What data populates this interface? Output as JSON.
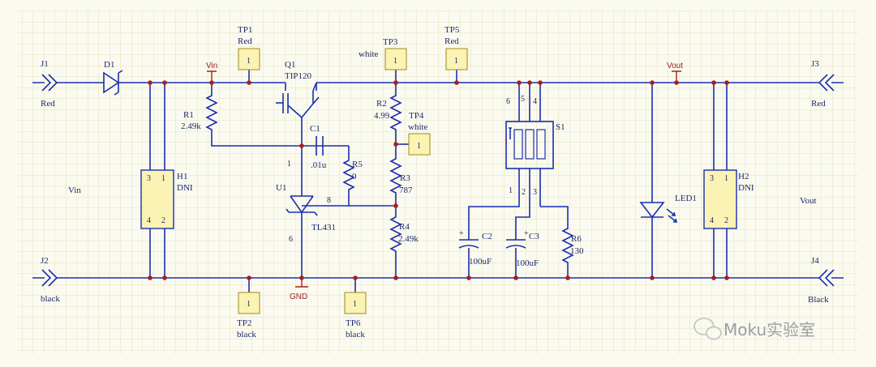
{
  "connectors": {
    "j1": {
      "ref": "J1",
      "label": "Red"
    },
    "j2": {
      "ref": "J2",
      "label": "black"
    },
    "j3": {
      "ref": "J3",
      "label": "Red"
    },
    "j4": {
      "ref": "J4",
      "label": "Black"
    }
  },
  "diode": {
    "ref": "D1"
  },
  "nets": {
    "vin": "Vin",
    "vout": "Vout",
    "gnd": "GND"
  },
  "regions": {
    "vin": "Vin",
    "vout": "Vout"
  },
  "test_points": {
    "tp1": {
      "ref": "TP1",
      "label": "Red",
      "pin": "1"
    },
    "tp2": {
      "ref": "TP2",
      "label": "black",
      "pin": "1"
    },
    "tp3": {
      "ref": "TP3",
      "label": "white",
      "pin": "1"
    },
    "tp4": {
      "ref": "TP4",
      "label": "white",
      "pin": "1"
    },
    "tp5": {
      "ref": "TP5",
      "label": "Red",
      "pin": "1"
    },
    "tp6": {
      "ref": "TP6",
      "label": "black",
      "pin": "1"
    }
  },
  "resistors": {
    "r1": {
      "ref": "R1",
      "value": "2.49k"
    },
    "r2": {
      "ref": "R2",
      "value": "4.99"
    },
    "r3": {
      "ref": "R3",
      "value": "787"
    },
    "r4": {
      "ref": "R4",
      "value": "2.49k"
    },
    "r5": {
      "ref": "R5",
      "value": "0"
    },
    "r6": {
      "ref": "R6",
      "value": "130"
    }
  },
  "capacitors": {
    "c1": {
      "ref": "C1",
      "value": ".01u"
    },
    "c2": {
      "ref": "C2",
      "value": "100uF",
      "polarity": "+"
    },
    "c3": {
      "ref": "C3",
      "value": "100uF",
      "polarity": "+"
    }
  },
  "transistor": {
    "ref": "Q1",
    "value": "TIP120"
  },
  "regulator": {
    "ref": "U1",
    "value": "TL431",
    "pins": [
      "1",
      "8",
      "6"
    ]
  },
  "switch": {
    "ref": "S1",
    "pins_top": [
      "6",
      "5",
      "4"
    ],
    "pins_bottom": [
      "1",
      "2",
      "3"
    ]
  },
  "headers": {
    "h1": {
      "ref": "H1",
      "value": "DNI",
      "pins": [
        "3",
        "1",
        "4",
        "2"
      ]
    },
    "h2": {
      "ref": "H2",
      "value": "DNI",
      "pins": [
        "3",
        "1",
        "4",
        "2"
      ]
    }
  },
  "led": {
    "ref": "LED1"
  },
  "watermark": "Moku实验室",
  "colors": {
    "wire": "#1a2fb0",
    "junction": "#a81e1e",
    "testpoint": "#fbf3b4",
    "grid": "#e4e2bd"
  }
}
